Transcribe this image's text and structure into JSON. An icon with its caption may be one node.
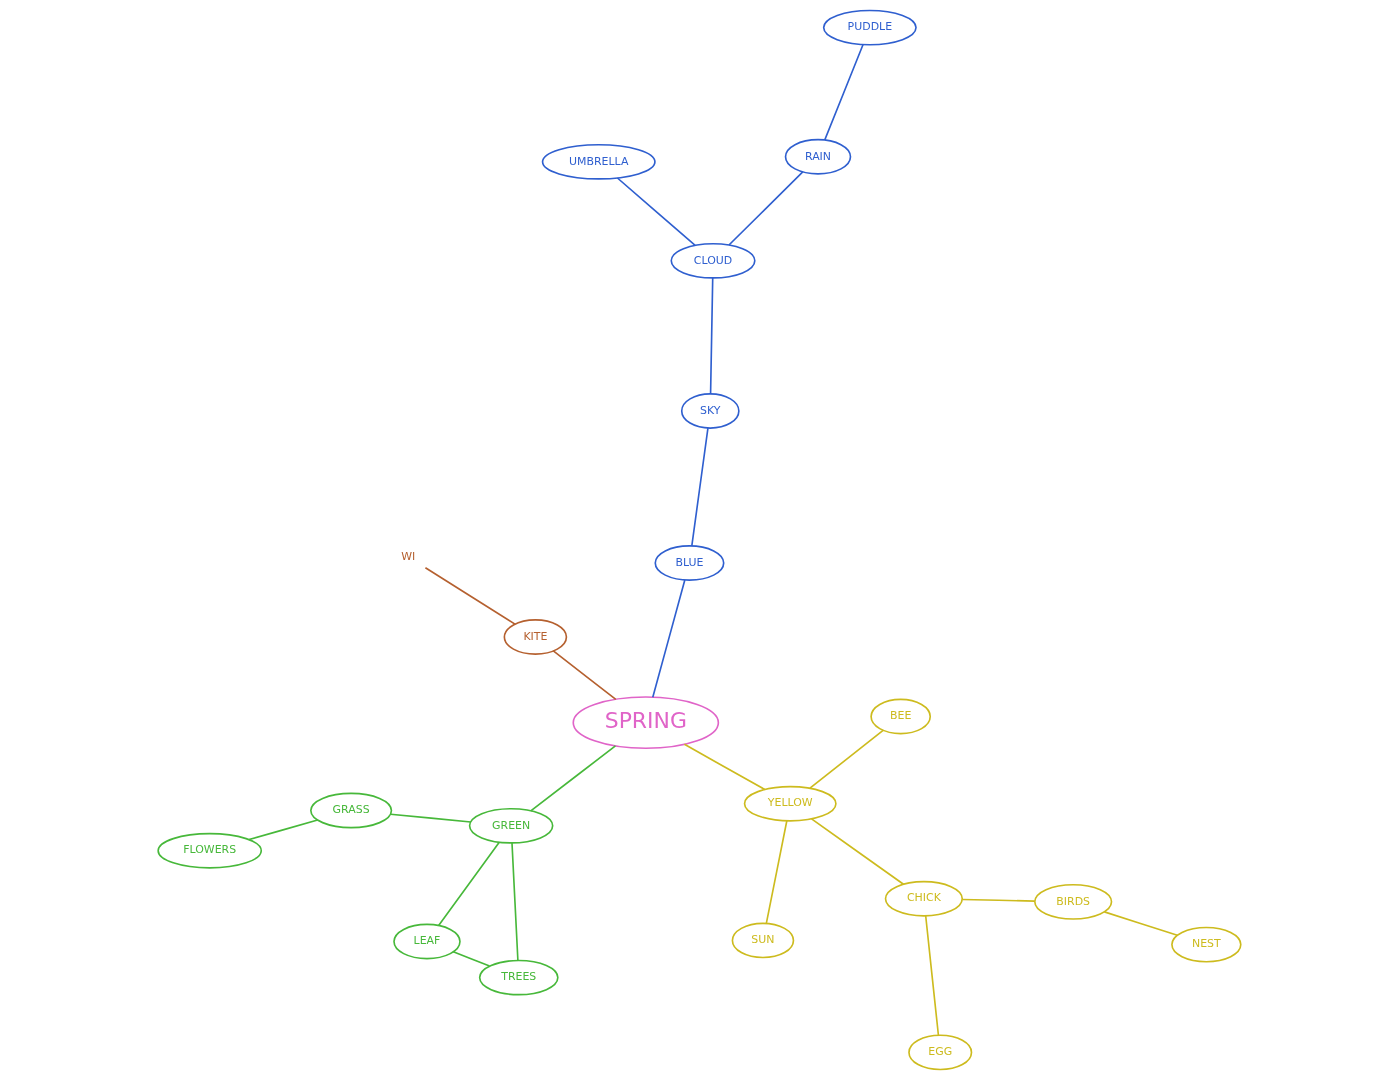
{
  "diagram": {
    "nodes": [
      {
        "text": [
          "SUN"
        ]
      },
      {
        "text": [
          "YELLOW"
        ]
      },
      {
        "text": [
          "GREEN"
        ]
      },
      {
        "text": [
          "LEAF"
        ]
      },
      {
        "text": [
          "CHICK"
        ]
      },
      {
        "text": [
          "BEE"
        ]
      },
      {
        "text": [
          "GRASS"
        ]
      },
      {
        "text": [
          "TREES"
        ]
      },
      {
        "text": [
          "EGG"
        ]
      },
      {
        "text": [
          "BIRDS"
        ]
      },
      {
        "text": [
          "SPRING"
        ]
      },
      {
        "text": [
          "FLOWERS"
        ]
      },
      {
        "text": [
          "NEST"
        ]
      },
      {
        "text": [
          "CLOUD"
        ]
      },
      {
        "text": [
          "RAIN"
        ]
      },
      {
        "text": [
          "BLUE"
        ]
      },
      {
        "text": [
          "SKY"
        ]
      },
      {
        "text": [
          "KITE"
        ]
      },
      {
        "text": [
          "UMBRELLA"
        ]
      },
      {
        "text": [
          "PUDDLE"
        ]
      },
      {
        "text": [
          "WI"
        ]
      }
    ],
    "edges": [
      {
        "from": 0,
        "to": 1,
        "arrow": "none"
      },
      {
        "from": 1,
        "to": 4,
        "arrow": "none"
      },
      {
        "from": 1,
        "to": 5,
        "arrow": "none"
      },
      {
        "from": 1,
        "to": 10,
        "arrow": "none"
      },
      {
        "from": 4,
        "to": 8,
        "arrow": "none"
      },
      {
        "from": 4,
        "to": 9,
        "arrow": "none"
      },
      {
        "from": 9,
        "to": 12,
        "arrow": "none"
      },
      {
        "from": 10,
        "to": 17,
        "arrow": "none",
        "color": "#b5602f"
      },
      {
        "from": 17,
        "to": 20,
        "arrow": "none",
        "color": "#b5602f"
      },
      {
        "from": 10,
        "to": 2,
        "arrow": "none",
        "color": "#47b83a"
      },
      {
        "from": 2,
        "to": 3,
        "arrow": "none",
        "color": "#47b83a"
      },
      {
        "from": 2,
        "to": 6,
        "arrow": "none",
        "color": "#47b83a"
      },
      {
        "from": 2,
        "to": 7,
        "arrow": "none",
        "color": "#47b83a"
      },
      {
        "from": 3,
        "to": 7,
        "arrow": "none",
        "color": "#47b83a"
      },
      {
        "from": 6,
        "to": 11,
        "arrow": "none",
        "color": "#47b83a"
      },
      {
        "from": 10,
        "to": 15,
        "arrow": "none",
        "color": "#2f5fcf"
      },
      {
        "from": 15,
        "to": 16,
        "arrow": "none",
        "color": "#2f5fcf"
      },
      {
        "from": 16,
        "to": 13,
        "arrow": "none",
        "color": "#2f5fcf"
      },
      {
        "from": 13,
        "to": 14,
        "arrow": "none",
        "color": "#2f5fcf"
      },
      {
        "from": 13,
        "to": 18,
        "arrow": "none",
        "color": "#2f5fcf"
      },
      {
        "from": 14,
        "to": 19,
        "arrow": "none",
        "color": "#2f5fcf"
      }
    ]
  }
}
